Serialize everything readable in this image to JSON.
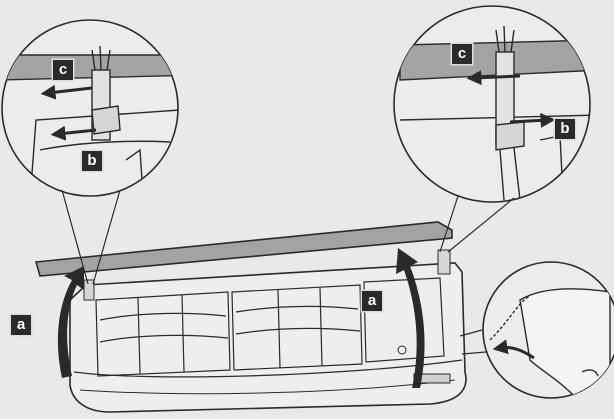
{
  "labels": {
    "a_left": "a",
    "a_right": "a",
    "b_left": "b",
    "b_right": "b",
    "c_left": "c",
    "c_right": "c"
  },
  "colors": {
    "background": "#e9e9e7",
    "panel_top": "#a3a3a3",
    "line": "#2a2a2a",
    "label_bg": "#2a2a2a",
    "label_text": "#ffffff"
  },
  "icons": {
    "open_panel_arrow": "curved-arrow-up-icon",
    "pull_arrow": "arrow-left-icon",
    "rotate_arrow": "curved-arrow-icon"
  }
}
